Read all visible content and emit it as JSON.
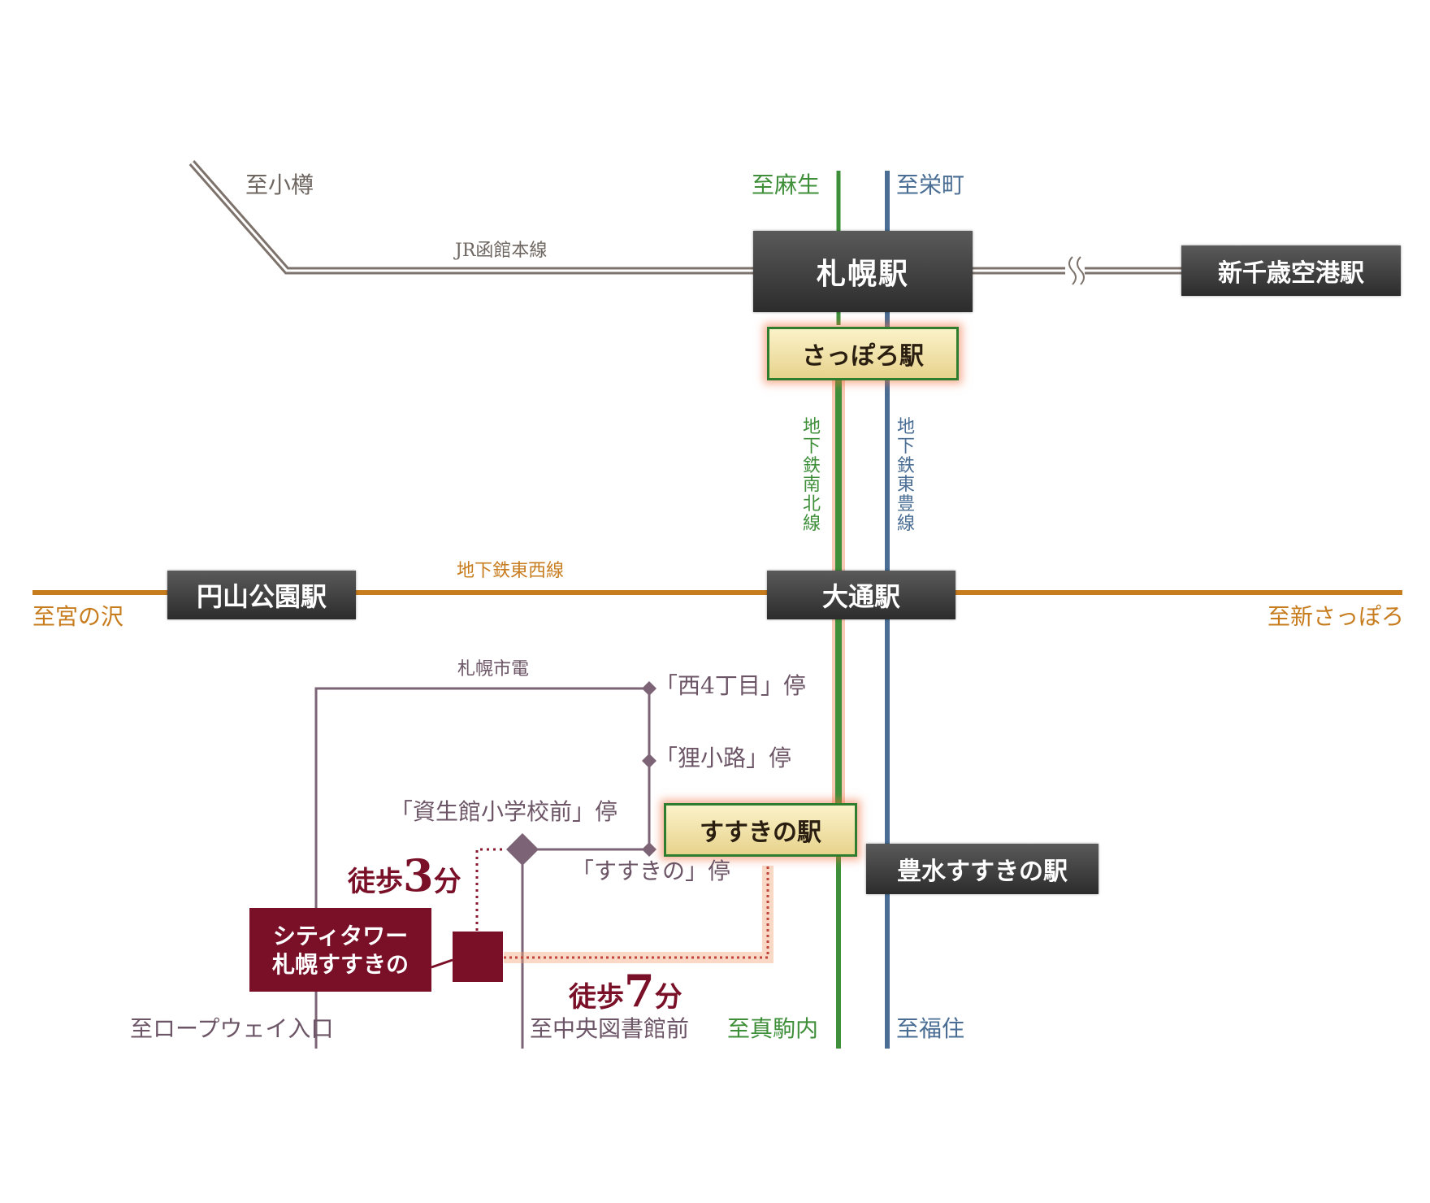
{
  "stations": {
    "sapporo_jr": "札幌駅",
    "sapporo_subway": "さっぽろ駅",
    "odori": "大通駅",
    "susukino": "すすきの駅",
    "hosui_susukino": "豊水すすきの駅",
    "maruyama": "円山公園駅",
    "new_chitose": "新千歳空港駅"
  },
  "lines": {
    "jr_hakodate": "JR函館本線",
    "namboku": "地下鉄南北線",
    "toho": "地下鉄東豊線",
    "tozai": "地下鉄東西線",
    "streetcar": "札幌市電"
  },
  "directions": {
    "otaru": "至小樽",
    "asabu": "至麻生",
    "sakaemachi": "至栄町",
    "miyanosawa": "至宮の沢",
    "shin_sapporo": "至新さっぽろ",
    "ropeway": "至ロープウェイ入口",
    "library": "至中央図書館前",
    "makomanai": "至真駒内",
    "fukuzumi": "至福住"
  },
  "stops": {
    "nishi4": "「西4丁目」停",
    "tanukikoji": "「狸小路」停",
    "shiseikan": "「資生館小学校前」停",
    "susukino_stop": "「すすきの」停"
  },
  "property": {
    "line1": "シティタワー",
    "line2": "札幌すすきの"
  },
  "walk": {
    "prefix": "徒歩",
    "streetcar_minutes": "3",
    "subway_minutes": "7",
    "unit": "分"
  },
  "colors": {
    "jr": "#7d736c",
    "namboku": "#3f8f3a",
    "toho": "#4a6d94",
    "tozai": "#c77c1e",
    "streetcar": "#7c6476",
    "property": "#7a1028",
    "gold_box": "#f3e2a6",
    "dark_box": "#3c3c3c"
  }
}
